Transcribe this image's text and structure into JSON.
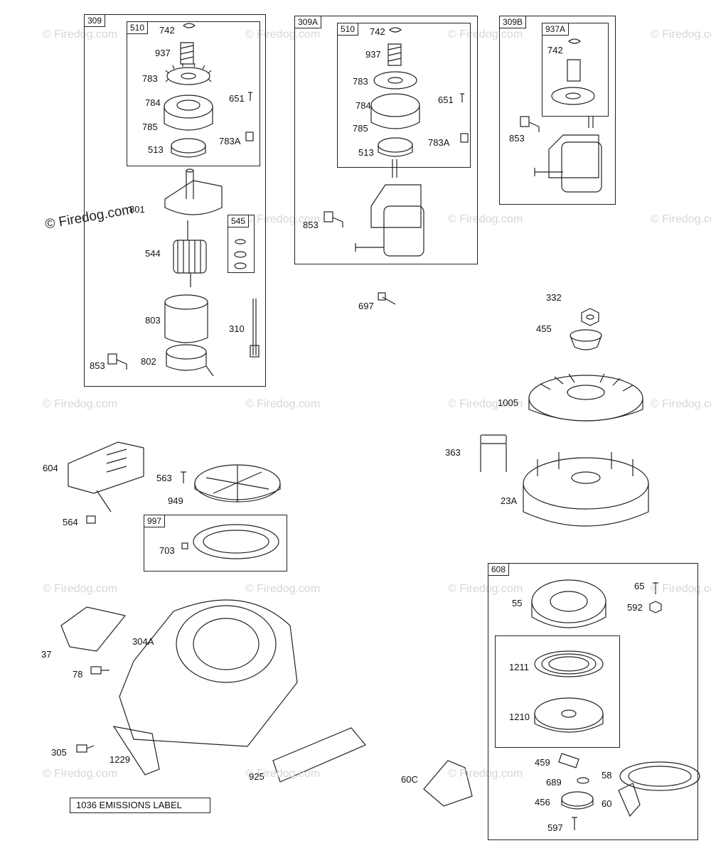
{
  "groups": [
    {
      "id": "309",
      "tag": "309"
    },
    {
      "id": "510a",
      "tag": "510"
    },
    {
      "id": "545",
      "tag": "545"
    },
    {
      "id": "309A",
      "tag": "309A"
    },
    {
      "id": "510b",
      "tag": "510"
    },
    {
      "id": "309B",
      "tag": "309B"
    },
    {
      "id": "937A",
      "tag": "937A"
    },
    {
      "id": "997",
      "tag": "997"
    },
    {
      "id": "608",
      "tag": "608"
    }
  ],
  "parts": [
    {
      "id": "p742a",
      "label": "742"
    },
    {
      "id": "p937a",
      "label": "937"
    },
    {
      "id": "p783a",
      "label": "783"
    },
    {
      "id": "p784a",
      "label": "784"
    },
    {
      "id": "p785a",
      "label": "785"
    },
    {
      "id": "p513a",
      "label": "513"
    },
    {
      "id": "p651a",
      "label": "651"
    },
    {
      "id": "p783Aa",
      "label": "783A"
    },
    {
      "id": "p801",
      "label": "801"
    },
    {
      "id": "p544",
      "label": "544"
    },
    {
      "id": "p803",
      "label": "803"
    },
    {
      "id": "p310",
      "label": "310"
    },
    {
      "id": "p853a",
      "label": "853"
    },
    {
      "id": "p802",
      "label": "802"
    },
    {
      "id": "p742b",
      "label": "742"
    },
    {
      "id": "p937b",
      "label": "937"
    },
    {
      "id": "p783b",
      "label": "783"
    },
    {
      "id": "p784b",
      "label": "784"
    },
    {
      "id": "p785b",
      "label": "785"
    },
    {
      "id": "p513b",
      "label": "513"
    },
    {
      "id": "p651b",
      "label": "651"
    },
    {
      "id": "p783Ab",
      "label": "783A"
    },
    {
      "id": "p853b",
      "label": "853"
    },
    {
      "id": "p742c",
      "label": "742"
    },
    {
      "id": "p853c",
      "label": "853"
    },
    {
      "id": "p697",
      "label": "697"
    },
    {
      "id": "p332",
      "label": "332"
    },
    {
      "id": "p455",
      "label": "455"
    },
    {
      "id": "p1005",
      "label": "1005"
    },
    {
      "id": "p363",
      "label": "363"
    },
    {
      "id": "p23A",
      "label": "23A"
    },
    {
      "id": "p604",
      "label": "604"
    },
    {
      "id": "p564",
      "label": "564"
    },
    {
      "id": "p563",
      "label": "563"
    },
    {
      "id": "p949",
      "label": "949"
    },
    {
      "id": "p703",
      "label": "703"
    },
    {
      "id": "p37",
      "label": "37"
    },
    {
      "id": "p304A",
      "label": "304A"
    },
    {
      "id": "p78",
      "label": "78"
    },
    {
      "id": "p305",
      "label": "305"
    },
    {
      "id": "p1229",
      "label": "1229"
    },
    {
      "id": "p925",
      "label": "925"
    },
    {
      "id": "p60C",
      "label": "60C"
    },
    {
      "id": "p55",
      "label": "55"
    },
    {
      "id": "p65",
      "label": "65"
    },
    {
      "id": "p592",
      "label": "592"
    },
    {
      "id": "p1211",
      "label": "1211"
    },
    {
      "id": "p1210",
      "label": "1210"
    },
    {
      "id": "p459",
      "label": "459"
    },
    {
      "id": "p689",
      "label": "689"
    },
    {
      "id": "p456",
      "label": "456"
    },
    {
      "id": "p58",
      "label": "58"
    },
    {
      "id": "p60",
      "label": "60"
    },
    {
      "id": "p597",
      "label": "597"
    }
  ],
  "emissions_label": "1036 EMISSIONS LABEL",
  "watermark": "© Firedog.com",
  "watermark_large": "© Firedog.com",
  "colors": {
    "line": "#222222",
    "watermark": "#d6d6d6"
  }
}
